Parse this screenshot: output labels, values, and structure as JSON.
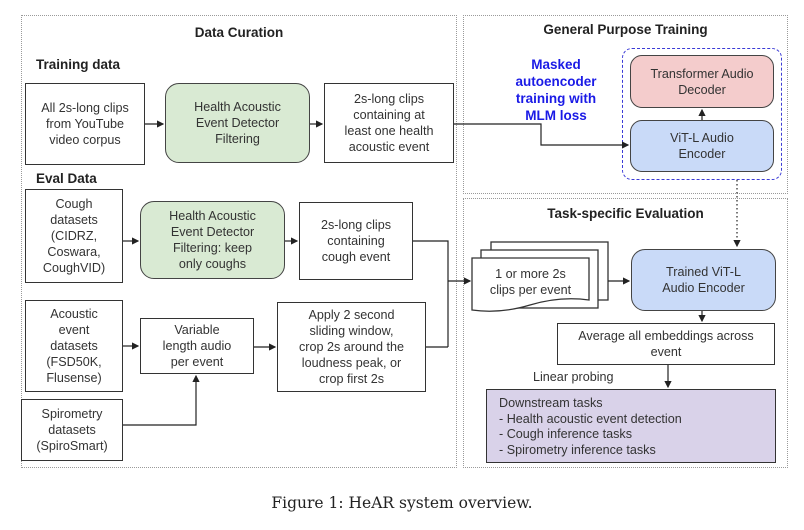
{
  "figure": {
    "caption": "Figure 1: HeAR system overview."
  },
  "data_curation": {
    "title": "Data Curation",
    "training_heading": "Training data",
    "eval_heading": "Eval Data",
    "training_nodes": {
      "source": "All 2s-long clips\nfrom YouTube\nvideo corpus",
      "filter": "Health Acoustic\nEvent Detector\nFiltering",
      "output": "2s-long clips\ncontaining at\nleast one health\nacoustic event"
    },
    "eval_nodes": {
      "cough_source": "Cough\ndatasets\n(CIDRZ,\nCoswara,\nCoughVID)",
      "cough_filter": "Health Acoustic\nEvent Detector\nFiltering: keep\nonly coughs",
      "cough_output": "2s-long clips\ncontaining\ncough event",
      "acoustic_source": "Acoustic\nevent\ndatasets\n(FSD50K,\nFlusense)",
      "variable_audio": "Variable\nlength audio\nper event",
      "sliding_window": "Apply 2 second\nsliding window,\ncrop 2s around the\nloudness peak, or\ncrop first 2s",
      "spirometry_source": "Spirometry\ndatasets\n(SpiroSmart)"
    }
  },
  "general_training": {
    "title": "General Purpose Training",
    "method_label": "Masked\nautoencoder\ntraining with\nMLM loss",
    "decoder": "Transformer Audio\nDecoder",
    "encoder": "ViT-L Audio\nEncoder"
  },
  "task_eval": {
    "title": "Task-specific Evaluation",
    "clips": "1 or more 2s\nclips per event",
    "trained_encoder": "Trained ViT-L\nAudio Encoder",
    "average": "Average all embeddings across\nevent",
    "probe_label": "Linear probing",
    "downstream": "Downstream tasks\n- Health acoustic event detection\n- Cough inference tasks\n- Spirometry inference tasks"
  },
  "colors": {
    "green_fill": "#d9ead3",
    "red_fill": "#f4cccc",
    "blue_fill": "#c9daf8",
    "purple_fill": "#d9d2e9",
    "accent_blue_text": "#1a1ae6",
    "dashed_group": "#3b3bd6"
  }
}
